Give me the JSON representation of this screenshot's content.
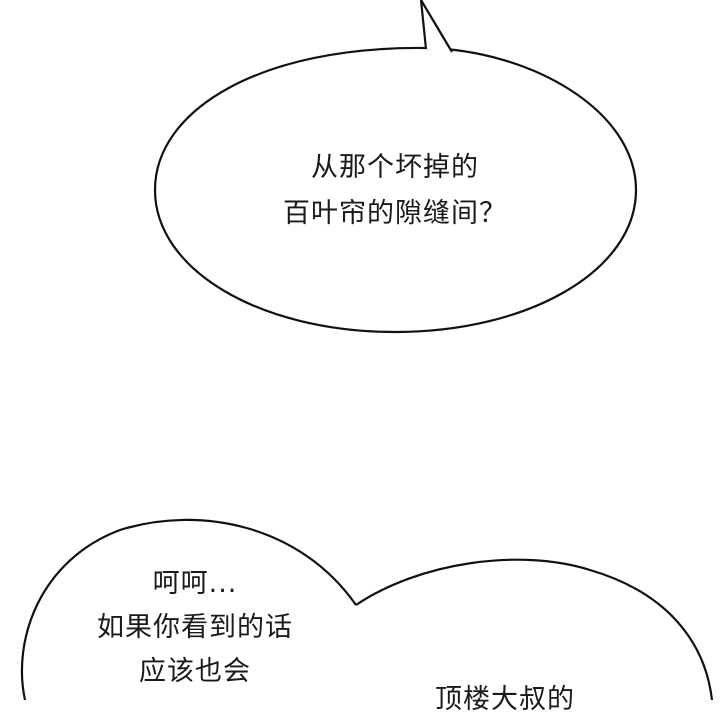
{
  "colors": {
    "background": "#ffffff",
    "bubble_fill": "#ffffff",
    "bubble_stroke": "#111111",
    "text": "#1a1a1a"
  },
  "bubbles": [
    {
      "id": "top",
      "lines": [
        "从那个坏掉的",
        "百叶帘的隙缝间？"
      ]
    },
    {
      "id": "bottom-left",
      "lines": [
        "呵呵...",
        "如果你看到的话",
        "应该也会"
      ]
    },
    {
      "id": "bottom-right",
      "lines": [
        "顶楼大叔的"
      ]
    }
  ]
}
